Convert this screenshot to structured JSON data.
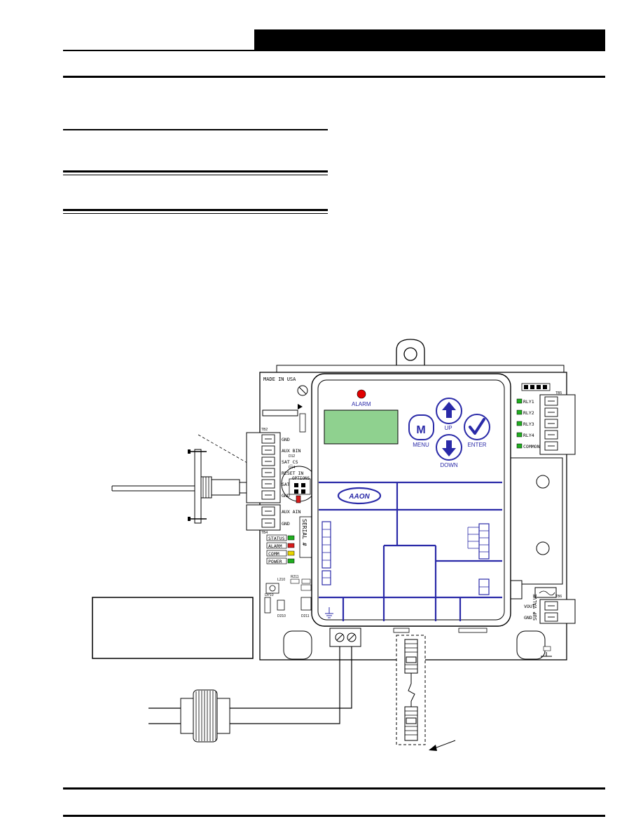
{
  "board": {
    "brand": "AAON",
    "made_in": "MADE IN USA",
    "keypad": {
      "alarm_label": "ALARM",
      "menu_label": "MENU",
      "menu_glyph": "M",
      "up_label": "UP",
      "enter_label": "ENTER",
      "down_label": "DOWN"
    },
    "left_terminals": [
      "GND",
      "AUX BIN",
      "SAT_CS",
      "RESET IN",
      "SAT",
      "GND"
    ],
    "aux_terminals": [
      "AUX AIN",
      "GND"
    ],
    "option_label": "OPTIONS",
    "leds": [
      "STATUS",
      "ALARM",
      "COMM",
      "POWER"
    ],
    "serial_label": "SERIAL #",
    "relay_labels": [
      "RLY1",
      "RLY2",
      "RLY3",
      "RLY4",
      "COMMON"
    ],
    "valve_terminals": [
      "VOUT",
      "GND"
    ],
    "valve_label": "SUP VALVE",
    "small_labels": {
      "tb2": "TB2",
      "tb5": "TB5",
      "tb4": "TB4",
      "tb6": "TB6",
      "d12": "D12",
      "d14": "D14",
      "l210": "L210",
      "d210": "D210",
      "d211": "D211",
      "r211": "R211",
      "dp10": "DP10"
    }
  },
  "colors": {
    "panel_blue": "#2a2aa8",
    "display_green": "#8fd18f",
    "alarm_red": "#e00000",
    "led_green": "#1fae1f",
    "led_yellow": "#e8d400",
    "led_red": "#d81b1b"
  },
  "icons": [
    "up-arrow-icon",
    "down-arrow-icon",
    "checkmark-icon",
    "ground-icon",
    "screw-terminal-icon"
  ]
}
